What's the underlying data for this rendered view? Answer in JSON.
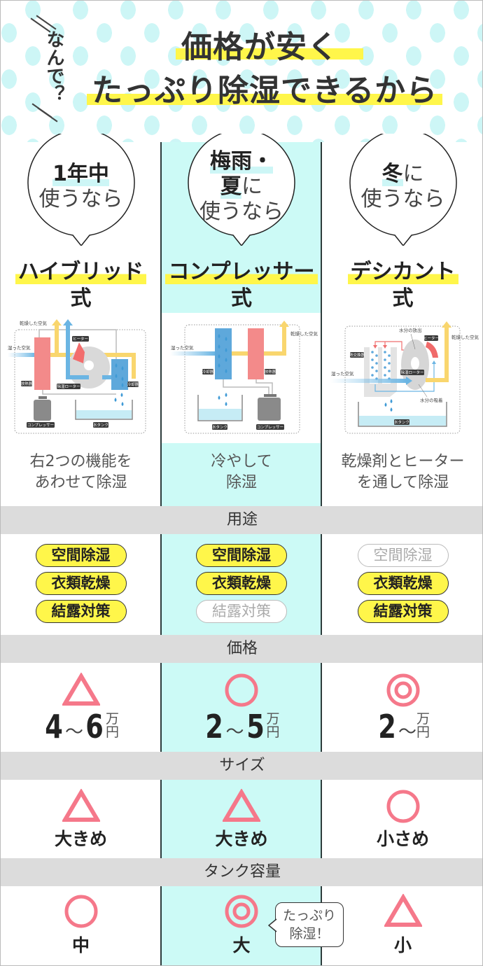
{
  "header": {
    "side_label": "なんで？",
    "title_line1": "価格が安く",
    "title_line2": "たっぷり除湿できるから"
  },
  "colors": {
    "accent_yellow": "#fff64a",
    "highlight_cyan": "#ccfaf6",
    "symbol_pink": "#f5788a",
    "band_gray": "#dcdcdc"
  },
  "bands": {
    "uses": "用途",
    "price": "価格",
    "size": "サイズ",
    "tank": "タンク容量"
  },
  "callout": {
    "line1": "たっぷり",
    "line2": "除湿！"
  },
  "columns": [
    {
      "bubble": [
        [
          {
            "t": "1年中",
            "b": true
          }
        ],
        [
          {
            "t": "使うなら",
            "b": false
          }
        ]
      ],
      "type_line1": "ハイブリッド",
      "type_line2": "式",
      "diagram": {
        "dry_air": "乾燥した空気",
        "humid_air": "湿った空気",
        "heater": "ヒーター",
        "radiator": "放熱器",
        "rotor": "除湿ローター",
        "cooler": "冷却器",
        "compressor": "コンプレッサー",
        "tank": "水タンク"
      },
      "desc_line1": "右2つの機能を",
      "desc_line2": "あわせて除湿",
      "uses": [
        {
          "label": "空間除湿",
          "active": true
        },
        {
          "label": "衣類乾燥",
          "active": true
        },
        {
          "label": "結露対策",
          "active": true
        }
      ],
      "price": {
        "symbol": "triangle",
        "low": "4",
        "sep": "〜",
        "high": "6",
        "unit_top": "万",
        "unit_bottom": "円"
      },
      "size": {
        "symbol": "triangle",
        "label": "大きめ"
      },
      "tank": {
        "symbol": "circle",
        "label": "中"
      }
    },
    {
      "bubble": [
        [
          {
            "t": "梅雨・",
            "b": true
          }
        ],
        [
          {
            "t": "夏",
            "b": true
          },
          {
            "t": "に",
            "b": false
          }
        ],
        [
          {
            "t": "使うなら",
            "b": false
          }
        ]
      ],
      "type_line1": "コンプレッサー",
      "type_line2": "式",
      "diagram": {
        "humid_air": "湿った空気",
        "dry_air": "乾燥した空気",
        "cooler": "冷却器",
        "radiator": "放熱器",
        "tank": "水タンク",
        "compressor": "コンプレッサー"
      },
      "desc_line1": "冷やして",
      "desc_line2": "除湿",
      "uses": [
        {
          "label": "空間除湿",
          "active": true
        },
        {
          "label": "衣類乾燥",
          "active": true
        },
        {
          "label": "結露対策",
          "active": false
        }
      ],
      "price": {
        "symbol": "circle",
        "low": "2",
        "sep": "〜",
        "high": "5",
        "unit_top": "万",
        "unit_bottom": "円"
      },
      "size": {
        "symbol": "triangle",
        "label": "大きめ"
      },
      "tank": {
        "symbol": "double-circle",
        "label": "大"
      }
    },
    {
      "bubble": [
        [
          {
            "t": "冬",
            "b": true
          },
          {
            "t": "に",
            "b": false
          }
        ],
        [
          {
            "t": "使うなら",
            "b": false
          }
        ]
      ],
      "type_line1": "デシカント",
      "type_line2": "式",
      "diagram": {
        "release": "水分の放出",
        "heater": "ヒーター",
        "dry_air": "乾燥した空気",
        "exchanger": "熱交換器",
        "humid_air": "湿った空気",
        "rotor": "除湿ローター",
        "adsorb": "水分の吸着",
        "tank": "水タンク"
      },
      "desc_line1": "乾燥剤とヒーター",
      "desc_line2": "を通して除湿",
      "uses": [
        {
          "label": "空間除湿",
          "active": false
        },
        {
          "label": "衣類乾燥",
          "active": true
        },
        {
          "label": "結露対策",
          "active": true
        }
      ],
      "price": {
        "symbol": "double-circle",
        "low": "2",
        "sep": "〜",
        "high": "",
        "unit_top": "万",
        "unit_bottom": "円"
      },
      "size": {
        "symbol": "circle",
        "label": "小さめ"
      },
      "tank": {
        "symbol": "triangle",
        "label": "小"
      }
    }
  ]
}
